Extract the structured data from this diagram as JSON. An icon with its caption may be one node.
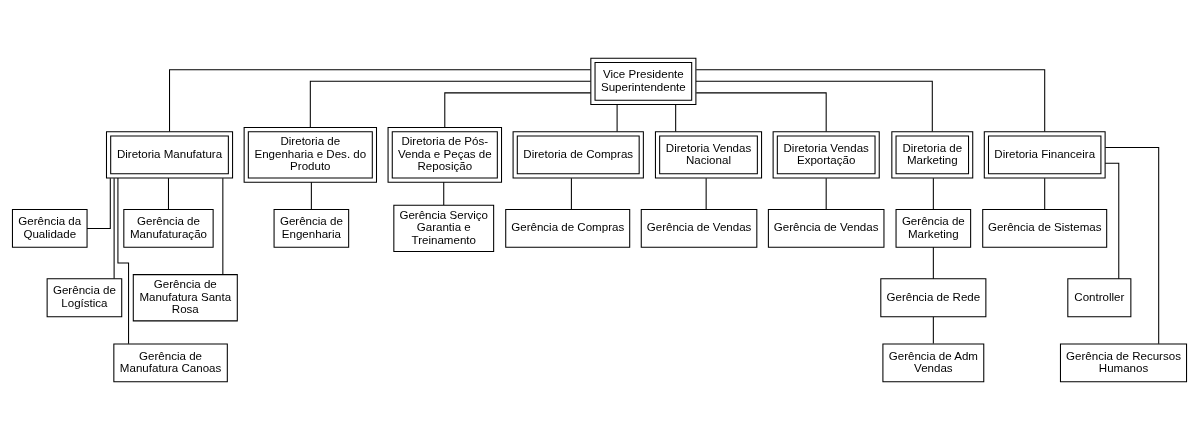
{
  "diagram": {
    "nodes": [
      {
        "text": [
          "Vice Presidente Superintendente"
        ]
      },
      {
        "text": [
          "Diretoria Manufatura"
        ]
      },
      {
        "text": [
          "Diretoria de Engenharia e Des. do Produto"
        ]
      },
      {
        "text": [
          "Diretoria de Pós-Venda e Peças de Reposição"
        ]
      },
      {
        "text": [
          "Diretoria de Compras"
        ]
      },
      {
        "text": [
          "Diretoria Vendas Nacional"
        ]
      },
      {
        "text": [
          "Diretoria Vendas Exportação"
        ]
      },
      {
        "text": [
          "Diretoria de Marketing"
        ]
      },
      {
        "text": [
          "Diretoria Financeira"
        ]
      },
      {
        "text": [
          "Gerência da Qualidade"
        ]
      },
      {
        "text": [
          "Gerência de Manufaturação"
        ]
      },
      {
        "text": [
          "Gerência de Logística"
        ]
      },
      {
        "text": [
          "Gerência de Manufatura Santa Rosa"
        ]
      },
      {
        "text": [
          "Gerência de Manufatura Canoas"
        ]
      },
      {
        "text": [
          "Gerência de Engenharia"
        ]
      },
      {
        "text": [
          "Gerência Serviço Garantia e Treinamento"
        ]
      },
      {
        "text": [
          "Gerência de Compras"
        ]
      },
      {
        "text": [
          "Gerência de Vendas"
        ]
      },
      {
        "text": [
          "Gerência de Vendas"
        ]
      },
      {
        "text": [
          "Gerência de Marketing"
        ]
      },
      {
        "text": [
          "Gerência de Rede"
        ]
      },
      {
        "text": [
          "Gerência de Adm Vendas"
        ]
      },
      {
        "text": [
          "Gerência de Sistemas"
        ]
      },
      {
        "text": [
          "Controller"
        ]
      },
      {
        "text": [
          "Gerência de Recursos Humanos"
        ]
      }
    ],
    "edges": [
      {
        "from": 0,
        "to": 1,
        "arrow": "none"
      },
      {
        "from": 0,
        "to": 2,
        "arrow": "none"
      },
      {
        "from": 0,
        "to": 3,
        "arrow": "none"
      },
      {
        "from": 0,
        "to": 4,
        "arrow": "none"
      },
      {
        "from": 0,
        "to": 5,
        "arrow": "none"
      },
      {
        "from": 0,
        "to": 6,
        "arrow": "none"
      },
      {
        "from": 0,
        "to": 7,
        "arrow": "none"
      },
      {
        "from": 0,
        "to": 8,
        "arrow": "none"
      },
      {
        "from": 1,
        "to": 9,
        "arrow": "none"
      },
      {
        "from": 1,
        "to": 10,
        "arrow": "none"
      },
      {
        "from": 1,
        "to": 11,
        "arrow": "none"
      },
      {
        "from": 1,
        "to": 12,
        "arrow": "none"
      },
      {
        "from": 1,
        "to": 13,
        "arrow": "none"
      },
      {
        "from": 2,
        "to": 14,
        "arrow": "none"
      },
      {
        "from": 3,
        "to": 15,
        "arrow": "none"
      },
      {
        "from": 4,
        "to": 16,
        "arrow": "none"
      },
      {
        "from": 5,
        "to": 17,
        "arrow": "none"
      },
      {
        "from": 6,
        "to": 18,
        "arrow": "none"
      },
      {
        "from": 7,
        "to": 19,
        "arrow": "none"
      },
      {
        "from": 19,
        "to": 20,
        "arrow": "none"
      },
      {
        "from": 20,
        "to": 21,
        "arrow": "none"
      },
      {
        "from": 8,
        "to": 22,
        "arrow": "none"
      },
      {
        "from": 8,
        "to": 23,
        "arrow": "none"
      },
      {
        "from": 8,
        "to": 24,
        "arrow": "none"
      }
    ]
  }
}
